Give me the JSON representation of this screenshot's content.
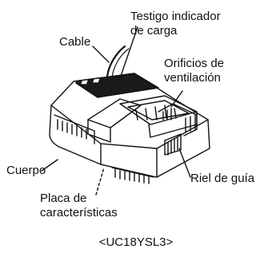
{
  "labels": {
    "testigo": [
      "Testigo indicador",
      "de carga"
    ],
    "cable": "Cable",
    "orificios": [
      "Orificios de",
      "ventilación"
    ],
    "cuerpo": "Cuerpo",
    "riel": "Riel de guía",
    "placa": [
      "Placa de",
      "características"
    ]
  },
  "caption": "<UC18YSL3>",
  "colors": {
    "ink": "#111111",
    "paper": "#ffffff",
    "panel": "#1a1a1a"
  }
}
